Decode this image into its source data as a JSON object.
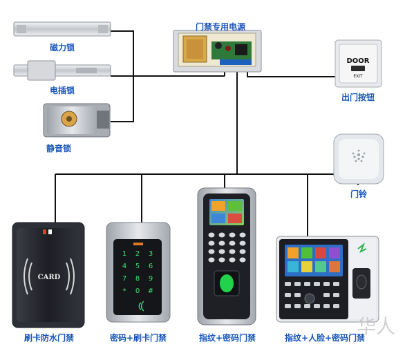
{
  "nodes": {
    "power": {
      "label": "门禁专用电源"
    },
    "mag_lock": {
      "label": "磁力锁"
    },
    "bolt_lock": {
      "label": "电插锁"
    },
    "silent_lock": {
      "label": "静音锁"
    },
    "exit_button": {
      "label": "出门按钮",
      "face_top": "DOOR",
      "face_bottom": "EXIT"
    },
    "doorbell": {
      "label": "门铃"
    },
    "card_reader": {
      "label": "刷卡防水门禁",
      "card_text": "CARD"
    },
    "keypad": {
      "label": "密码+刷卡门禁"
    },
    "fingerprint": {
      "label": "指纹+密码门禁"
    },
    "face": {
      "label": "指纹+人脸+密码门禁"
    }
  },
  "keypad_keys": [
    "1",
    "2",
    "3",
    "4",
    "5",
    "6",
    "7",
    "8",
    "9",
    "*",
    "0",
    "#"
  ],
  "colors": {
    "label": "#1a56b8",
    "wire": "#111111",
    "metal": "#c9ccd1",
    "dark": "#1d1f24",
    "green": "#27c04a"
  },
  "watermark": "华人"
}
